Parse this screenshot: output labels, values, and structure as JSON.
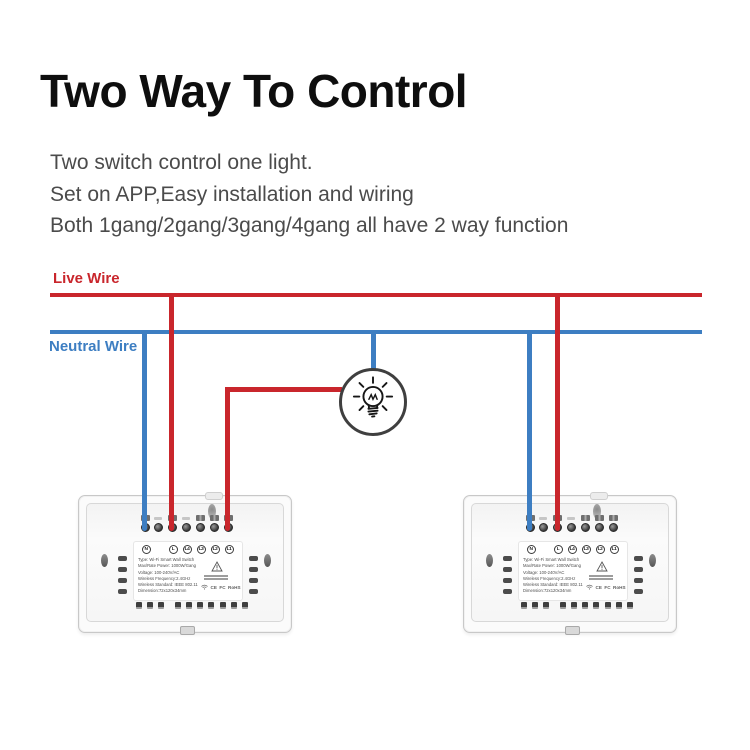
{
  "header": {
    "title": "Two Way To Control",
    "subtitle_lines": [
      "Two switch control one light.",
      "Set on APP,Easy installation and wiring",
      "Both 1gang/2gang/3gang/4gang all have 2 way function"
    ]
  },
  "diagram": {
    "live_wire_label": "Live Wire",
    "neutral_wire_label": "Neutral Wire",
    "colors": {
      "live": "#c9262c",
      "neutral": "#3d7ec2",
      "bulb_outline": "#3f3f3f"
    }
  },
  "switch_unit": {
    "terminals": [
      "N",
      "L",
      "L4",
      "L3",
      "L2",
      "L1"
    ],
    "label_lines": [
      "Type: Wi-Fi Smart Wall Switch",
      "Max/Rate Power: 1000W/Gang",
      "Voltage: 100-240V/AC",
      "Wireless Frequency:2.4GHz",
      "Wireless Standard: IEEE 802.11",
      "Dimension:72x120x34mm"
    ],
    "marks": [
      "CE",
      "FC",
      "RoHS"
    ]
  }
}
